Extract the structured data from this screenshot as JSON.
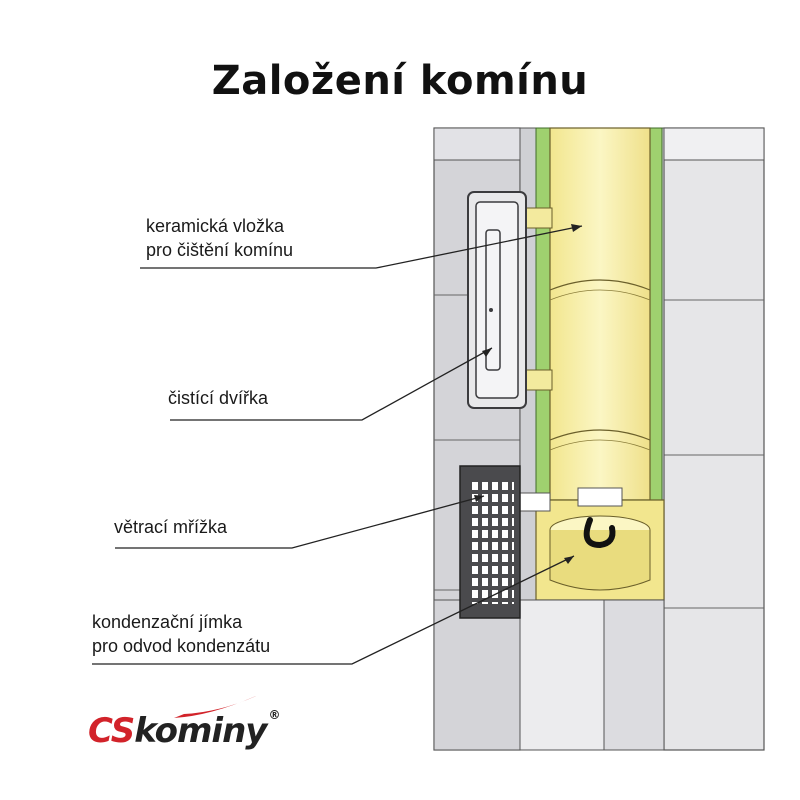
{
  "title": "Založení komínu",
  "labels": {
    "liner": [
      "keramická vložka",
      "pro čištění komínu"
    ],
    "door": "čistící dvířka",
    "grille": "větrací mřížka",
    "sump": [
      "kondenzační jímka",
      "pro odvod kondenzátu"
    ]
  },
  "logo": {
    "part1": "CS",
    "part2": "kominy",
    "mark": "®"
  },
  "colors": {
    "liner_yellow": "#f7efa6",
    "insulation_green": "#9fd16f",
    "block_gray": "#d9d9dc",
    "logo_red": "#d2232a"
  }
}
